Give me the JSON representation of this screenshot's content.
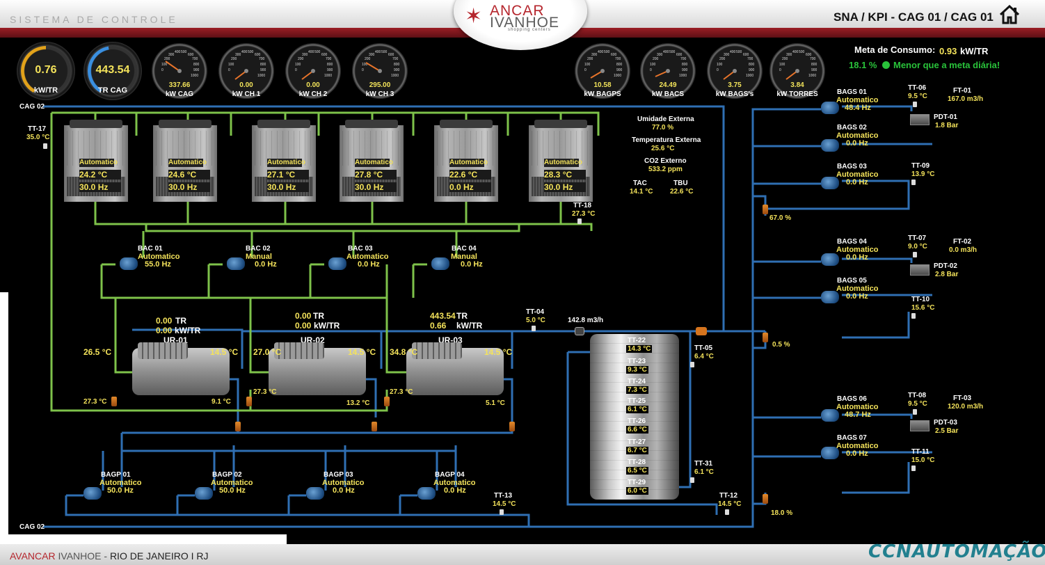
{
  "header": {
    "system_title": "SISTEMA DE CONTROLE",
    "logo_line1": "ANCAR",
    "logo_line2": "IVANHOE",
    "logo_sub": "shopping centers",
    "page_title": "SNA / KPI - CAG 01 / CAG 01"
  },
  "gauges": {
    "kw_tr": {
      "value": "0.76",
      "label": "kW/TR",
      "color": "#e2a21a"
    },
    "tr_cag": {
      "value": "443.54",
      "label": "TR CAG",
      "color": "#3a8fe0"
    },
    "kw_cag": {
      "value": "337.66",
      "label": "kW  CAG"
    },
    "kw_ch1": {
      "value": "0.00",
      "label": "kW  CH 1"
    },
    "kw_ch2": {
      "value": "0.00",
      "label": "kW  CH 2"
    },
    "kw_ch3": {
      "value": "295.00",
      "label": "kW  CH 3"
    },
    "kw_bagps": {
      "value": "10.58",
      "label": "kW BAGPS"
    },
    "kw_bacs": {
      "value": "24.49",
      "label": "kW BACS"
    },
    "kw_bags": {
      "value": "3.75",
      "label": "kW BAGS's"
    },
    "kw_torres": {
      "value": "3.84",
      "label": "kW TORRES"
    },
    "dial_ticks": [
      "300",
      "400",
      "500",
      "600",
      "700",
      "200",
      "800",
      "100",
      "900",
      "0",
      "1000"
    ]
  },
  "meta": {
    "label": "Meta de Consumo:",
    "value": "0.93",
    "unit": "kW/TR",
    "percent": "18.1 %",
    "status": "Menor que a meta diária!"
  },
  "cag_labels": {
    "top": "CAG 02",
    "bottom": "CAG 02"
  },
  "towers": [
    {
      "mode": "Automatico",
      "temp": "24.2 °C",
      "freq": "30.0 Hz"
    },
    {
      "mode": "Automatico",
      "temp": "24.6 °C",
      "freq": "30.0 Hz"
    },
    {
      "mode": "Automatico",
      "temp": "27.1 °C",
      "freq": "30.0 Hz"
    },
    {
      "mode": "Automatico",
      "temp": "27.8 °C",
      "freq": "30.0 Hz"
    },
    {
      "mode": "Automatico",
      "temp": "22.6 °C",
      "freq": "0.0 Hz"
    },
    {
      "mode": "Automatico",
      "temp": "28.3 °C",
      "freq": "30.0 Hz"
    }
  ],
  "sensors": {
    "tt17": {
      "name": "TT-17",
      "value": "35.0 °C"
    },
    "tt18": {
      "name": "TT-18",
      "value": "27.3 °C"
    },
    "tt04": {
      "name": "TT-04",
      "value": "5.0 °C"
    },
    "flow_main": "142.8 m3/h",
    "tt05": {
      "name": "TT-05",
      "value": "6.4 °C"
    },
    "tt31": {
      "name": "TT-31",
      "value": "6.1 °C"
    },
    "tt12": {
      "name": "TT-12",
      "value": "14.5 °C"
    },
    "tt13": {
      "name": "TT-13",
      "value": "14.5 °C"
    }
  },
  "weather": {
    "humidity_label": "Umidade Externa",
    "humidity": "77.0 %",
    "temp_label": "Temperatura Externa",
    "temp": "25.6 °C",
    "co2_label": "CO2 Externo",
    "co2": "533.2 ppm",
    "tac_label": "TAC",
    "tac": "14.1 °C",
    "tbu_label": "TBU",
    "tbu": "22.6 °C"
  },
  "bacs": [
    {
      "name": "BAC 01",
      "mode": "Automatico",
      "freq": "55.0 Hz"
    },
    {
      "name": "BAC 02",
      "mode": "Manual",
      "freq": "0.0 Hz"
    },
    {
      "name": "BAC 03",
      "mode": "Automatico",
      "freq": "0.0 Hz"
    },
    {
      "name": "BAC 04",
      "mode": "Manual",
      "freq": "0.0 Hz"
    }
  ],
  "chillers": [
    {
      "name": "UR-01",
      "tr": "0.00",
      "tr_unit": "TR",
      "kwtr": "0.00",
      "kwtr_unit": "kW/TR",
      "t_cond_in": "26.5 °C",
      "t_evap_in": "14.5 °C",
      "t_cond_out": "27.3 °C",
      "t_evap_out": "9.1 °C"
    },
    {
      "name": "UR-02",
      "tr": "0.00",
      "tr_unit": "TR",
      "kwtr": "0.00",
      "kwtr_unit": "kW/TR",
      "t_cond_in": "27.0 °C",
      "t_evap_in": "14.5 °C",
      "t_cond_out": "27.3 °C",
      "t_evap_out": "13.2 °C"
    },
    {
      "name": "UR-03",
      "tr": "443.54",
      "tr_unit": "TR",
      "kwtr": "0.66",
      "kwtr_unit": "kW/TR",
      "t_cond_in": "34.8 °C",
      "t_evap_in": "14.5 °C",
      "t_cond_out": "27.3 °C",
      "t_evap_out": "5.1 °C"
    }
  ],
  "bagps": [
    {
      "name": "BAGP 01",
      "mode": "Automatico",
      "freq": "50.0 Hz"
    },
    {
      "name": "BAGP 02",
      "mode": "Automatico",
      "freq": "50.0 Hz"
    },
    {
      "name": "BAGP 03",
      "mode": "Automatico",
      "freq": "0.0 Hz"
    },
    {
      "name": "BAGP 04",
      "mode": "Automatico",
      "freq": "0.0 Hz"
    }
  ],
  "tank_temps": [
    {
      "name": "TT-22",
      "value": "14.3 °C"
    },
    {
      "name": "TT-23",
      "value": "9.3 °C"
    },
    {
      "name": "TT-24",
      "value": "7.3 °C"
    },
    {
      "name": "TT-25",
      "value": "6.1 °C"
    },
    {
      "name": "TT-26",
      "value": "6.6 °C"
    },
    {
      "name": "TT-27",
      "value": "6.7 °C"
    },
    {
      "name": "TT-28",
      "value": "6.5 °C"
    },
    {
      "name": "TT-29",
      "value": "6.0 °C"
    }
  ],
  "bags": [
    {
      "name": "BAGS 01",
      "mode": "Automatico",
      "freq": "48.4 Hz"
    },
    {
      "name": "BAGS 02",
      "mode": "Automatico",
      "freq": "0.0 Hz"
    },
    {
      "name": "BAGS 03",
      "mode": "Automatico",
      "freq": "0.0 Hz"
    },
    {
      "name": "BAGS 04",
      "mode": "Automatico",
      "freq": "0.0 Hz"
    },
    {
      "name": "BAGS 05",
      "mode": "Automatico",
      "freq": "0.0 Hz"
    },
    {
      "name": "BAGS 06",
      "mode": "Automatico",
      "freq": "48.7 Hz"
    },
    {
      "name": "BAGS 07",
      "mode": "Automatico",
      "freq": "0.0 Hz"
    }
  ],
  "loops": [
    {
      "tt_in": {
        "name": "TT-06",
        "value": "9.5 °C"
      },
      "ft": {
        "name": "FT-01",
        "value": "167.0 m3/h"
      },
      "pdt": {
        "name": "PDT-01",
        "value": "1.8 Bar"
      },
      "tt_out": {
        "name": "TT-09",
        "value": "13.9 °C"
      },
      "valve": "67.0 %"
    },
    {
      "tt_in": {
        "name": "TT-07",
        "value": "9.0 °C"
      },
      "ft": {
        "name": "FT-02",
        "value": "0.0 m3/h"
      },
      "pdt": {
        "name": "PDT-02",
        "value": "2.8 Bar"
      },
      "tt_out": {
        "name": "TT-10",
        "value": "15.6 °C"
      },
      "valve": "0.5 %"
    },
    {
      "tt_in": {
        "name": "TT-08",
        "value": "9.5 °C"
      },
      "ft": {
        "name": "FT-03",
        "value": "120.0 m3/h"
      },
      "pdt": {
        "name": "PDT-03",
        "value": "2.5 Bar"
      },
      "tt_out": {
        "name": "TT-11",
        "value": "15.0 °C"
      },
      "valve": "18.0 %"
    }
  ],
  "footer": {
    "part1": "AVANCAR",
    "part2": "IVANHOE",
    "part3": " - ",
    "part4": " RIO DE JANEIRO I RJ",
    "brand1": "CCN",
    "brand2": "AUTOMAÇÃO"
  },
  "colors": {
    "pipe_blue": "#2f6fb3",
    "pipe_green": "#7ec24a",
    "value_yellow": "#f4e35b",
    "alarm_green": "#29c23a"
  }
}
